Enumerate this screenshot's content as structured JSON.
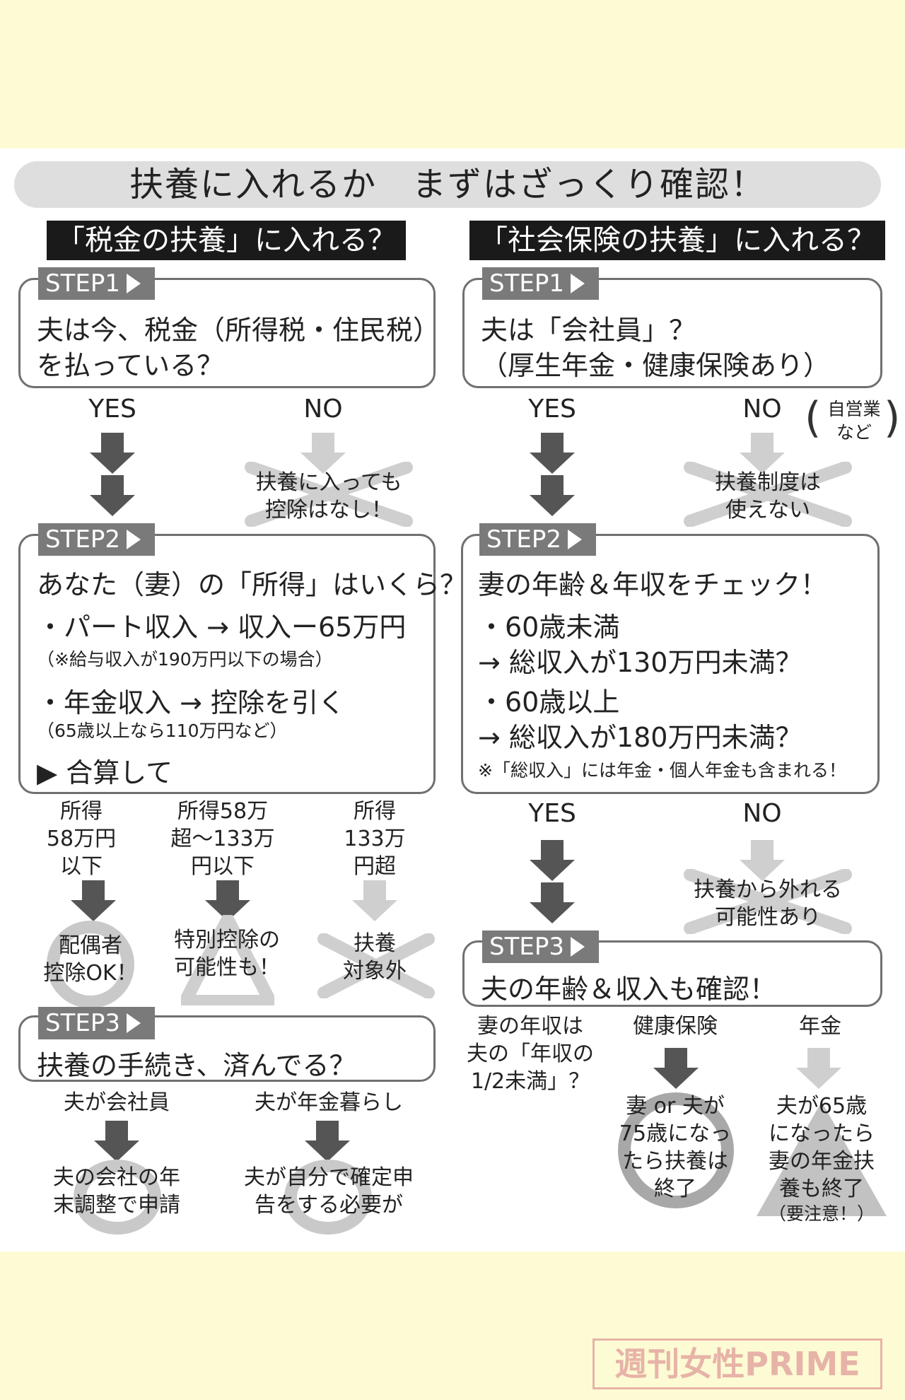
{
  "title": "扶養に入れるか　まずはざっくり確認！",
  "left": {
    "heading": "「税金の扶養」に入れる？",
    "step1": {
      "label": "STEP1",
      "line1": "夫は今、税金（所得税・住民税）",
      "line2": "を払っている？"
    },
    "yes": "YES",
    "no": "NO",
    "no_result_1": "扶養に入っても",
    "no_result_2": "控除はなし！",
    "step2": {
      "label": "STEP2",
      "line1": "あなた（妻）の「所得」はいくら？",
      "line2": "・パート収入 → 収入ー65万円",
      "line3": "（※給与収入が190万円以下の場合）",
      "line4": "・年金収入 → 控除を引く",
      "line5": "（65歳以上なら110万円など）",
      "line6": "▶ 合算して"
    },
    "branches": [
      {
        "label_1": "所得",
        "label_2": "58万円",
        "label_3": "以下",
        "result_1": "配偶者",
        "result_2": "控除OK！"
      },
      {
        "label_1": "所得58万",
        "label_2": "超～133万",
        "label_3": "円以下",
        "result_1": "特別控除の",
        "result_2": "可能性も！"
      },
      {
        "label_1": "所得",
        "label_2": "133万",
        "label_3": "円超",
        "result_1": "扶養",
        "result_2": "対象外"
      }
    ],
    "step3": {
      "label": "STEP3",
      "line1": "扶養の手続き、済んでる？"
    },
    "outcomes": [
      {
        "label": "夫が会社員",
        "result_1": "夫の会社の年",
        "result_2": "末調整で申請"
      },
      {
        "label": "夫が年金暮らし",
        "result_1": "夫が自分で確定申",
        "result_2": "告をする必要が"
      }
    ]
  },
  "right": {
    "heading": "「社会保険の扶養」に入れる？",
    "step1": {
      "label": "STEP1",
      "line1": "夫は「会社員」？",
      "line2": "（厚生年金・健康保険あり）"
    },
    "yes": "YES",
    "no": "NO",
    "no_note_1": "自営業",
    "no_note_2": "など",
    "no_result_1": "扶養制度は",
    "no_result_2": "使えない",
    "step2": {
      "label": "STEP2",
      "line1": "妻の年齢＆年収をチェック！",
      "line2": "・60歳未満",
      "line3": "→ 総収入が130万円未満？",
      "line4": "・60歳以上",
      "line5": "→ 総収入が180万円未満？",
      "line6": "※「総収入」には年金・個人年金も含まれる！"
    },
    "yes2": "YES",
    "no2": "NO",
    "no2_result_1": "扶養から外れる",
    "no2_result_2": "可能性あり",
    "step3": {
      "label": "STEP3",
      "line1": "夫の年齢＆収入も確認！"
    },
    "col1_1": "妻の年収は",
    "col1_2": "夫の「年収の",
    "col1_3": "1/2未満」？",
    "col2": "健康保険",
    "col3": "年金",
    "col2_result_1": "妻 or 夫が",
    "col2_result_2": "75歳になっ",
    "col2_result_3": "たら扶養は",
    "col2_result_4": "終了",
    "col3_result_1": "夫が65歳",
    "col3_result_2": "になったら",
    "col3_result_3": "妻の年金扶",
    "col3_result_4": "養も終了",
    "col3_result_5": "（要注意！）"
  },
  "logo": "週刊女性PRIME"
}
